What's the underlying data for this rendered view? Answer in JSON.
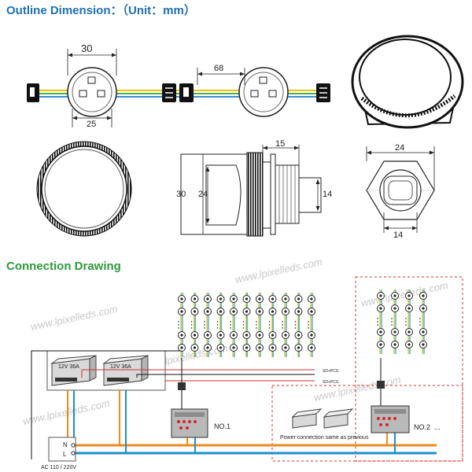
{
  "section1": {
    "title": "Outline Dimension：（Unit：mm）"
  },
  "section2": {
    "title": "Connection Drawing"
  },
  "dims": {
    "d30_top": "30",
    "d25": "25",
    "d68": "68",
    "d15": "15",
    "d30_side": "30",
    "d24_side": "24",
    "d14_side": "14",
    "d24_hex": "24",
    "d14_hex": "14"
  },
  "connection": {
    "psu1": "12V 36A",
    "psu2": "12V 36A",
    "ctrl1": "NO.1",
    "ctrl2": "NO.2",
    "ellipsis": "...",
    "note": "Power connection same as previous",
    "mains_n": "N",
    "mains_l": "L",
    "ac_label": "AC 110 / 220V",
    "sig1": "SD+PCS",
    "sig2": "SD+PCS"
  },
  "watermark": "www.lpixelleds.com",
  "colors": {
    "heading": "#1f6fb5",
    "heading2": "#2e9a3a",
    "mains_orange": "#f08a1c",
    "mains_blue": "#1b8fc9",
    "wire_yellow": "#e8c400",
    "wire_green": "#4caf50",
    "wire_blue": "#3b8fd6",
    "dashed_red": "#d0312d",
    "led_red": "#d8252b"
  }
}
